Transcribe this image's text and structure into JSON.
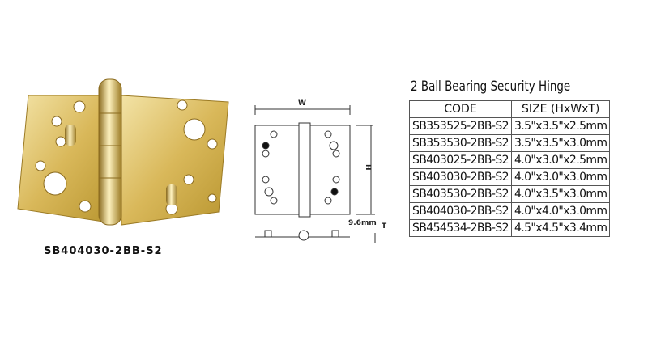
{
  "product_caption": "SB404030-2BB-S2",
  "drawing": {
    "width_label": "W",
    "height_label": "H",
    "thickness_label": "T",
    "knuckle_label": "9.6mm"
  },
  "table": {
    "title": "2 Ball Bearing Security Hinge",
    "headers": [
      "CODE",
      "SIZE (HxWxT)"
    ],
    "rows": [
      {
        "code": "SB353525-2BB-S2",
        "size": "3.5\"x3.5\"x2.5mm"
      },
      {
        "code": "SB353530-2BB-S2",
        "size": "3.5\"x3.5\"x3.0mm"
      },
      {
        "code": "SB403025-2BB-S2",
        "size": "4.0\"x3.0\"x2.5mm"
      },
      {
        "code": "SB403030-2BB-S2",
        "size": "4.0\"x3.0\"x3.0mm"
      },
      {
        "code": "SB403530-2BB-S2",
        "size": "4.0\"x3.5\"x3.0mm"
      },
      {
        "code": "SB404030-2BB-S2",
        "size": "4.0\"x4.0\"x3.0mm"
      },
      {
        "code": "SB454534-2BB-S2",
        "size": "4.5\"x4.5\"x3.4mm"
      }
    ]
  },
  "colors": {
    "brass": "#d9b85a",
    "brass_dark": "#a07f2a"
  }
}
